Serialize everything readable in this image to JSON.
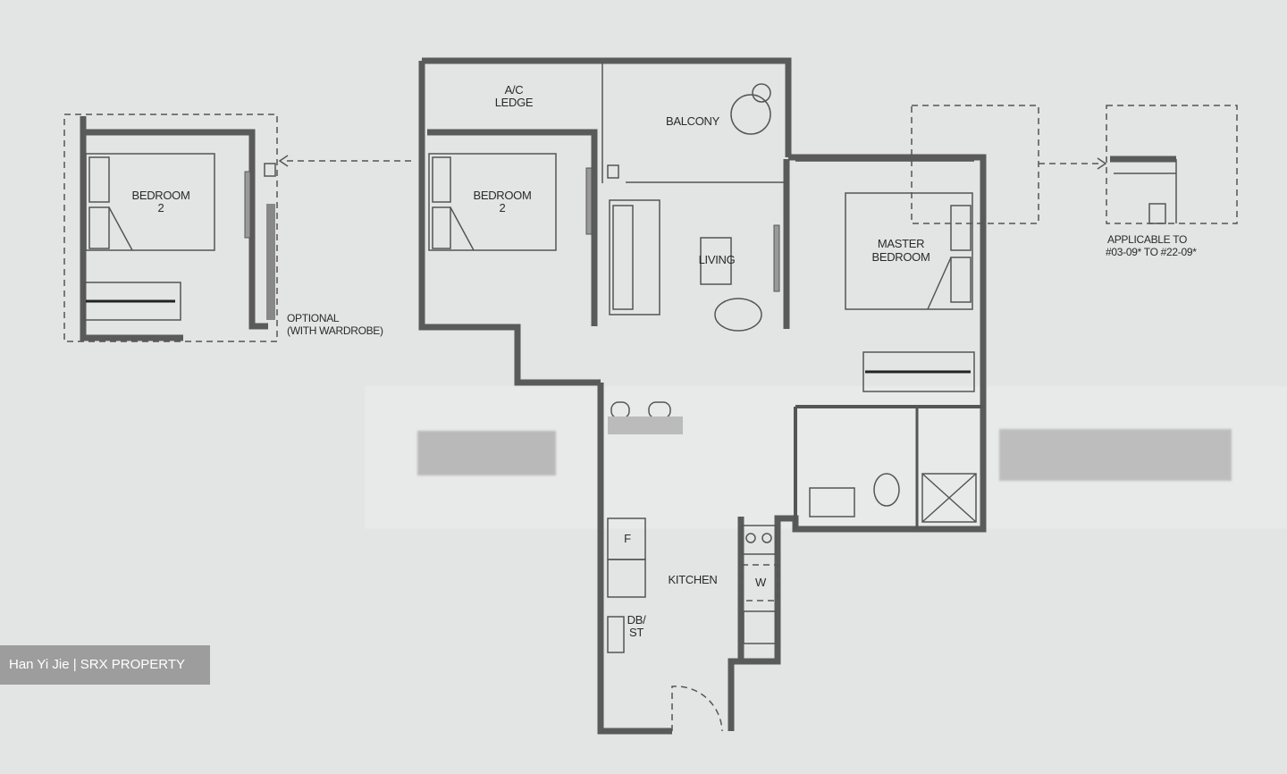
{
  "plan": {
    "rooms": {
      "ac_ledge": [
        "A/C",
        "LEDGE"
      ],
      "balcony": "BALCONY",
      "bedroom2_optional": [
        "BEDROOM",
        "2"
      ],
      "bedroom2": [
        "BEDROOM",
        "2"
      ],
      "living": "LIVING",
      "master_bedroom": [
        "MASTER",
        "BEDROOM"
      ],
      "kitchen": "KITCHEN",
      "fridge": "F",
      "washer": "W",
      "db_st": [
        "DB/",
        "ST"
      ]
    },
    "notes": {
      "optional": [
        "OPTIONAL",
        "(WITH WARDROBE)"
      ],
      "applicable": [
        "APPLICABLE TO",
        "#03-09* TO #22-09*"
      ]
    }
  },
  "watermark": "Han Yi Jie | SRX PROPERTY"
}
